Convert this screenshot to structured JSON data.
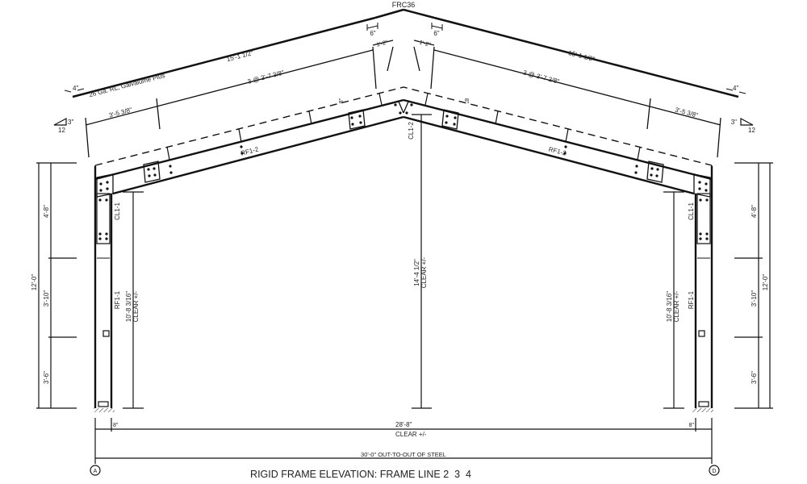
{
  "title": "RIGID FRAME ELEVATION: FRAME LINE 2  3  4",
  "ridge": {
    "label": "FRC36",
    "gap_left": "6\"",
    "gap_right": "6\""
  },
  "roof_panel": {
    "spec": "26 Ga. RL, Galvalume Plus",
    "overhang_left": "4\"",
    "overhang_right": "4\"",
    "length_left": "15'-1 1/2\"",
    "length_right": "15'-1 1/2\""
  },
  "purlins": {
    "left_spacing": "3 @ 3'-7 3/8\"",
    "right_spacing": "3 @ 3'-7 3/8\"",
    "left_end": "3'-5 3/8\"",
    "right_end": "3'-5 3/8\"",
    "left_ridge": "1'-2\"",
    "right_ridge": "1'-2\"",
    "purlin_depth_left": "8\"",
    "purlin_depth_right": "8\""
  },
  "slope": {
    "rise": "3\"",
    "run": "12"
  },
  "members": {
    "rafter_left": "RF1-2",
    "rafter_right": "RF1-2",
    "column_left": "RF1-1",
    "column_right": "RF1-1",
    "conn_left": "CL1-1",
    "conn_right": "CL1-1",
    "ridge_conn": "CL1-2"
  },
  "heights": {
    "eave_total": "12'-0\"",
    "seg_top": "4'-8\"",
    "seg_mid": "3'-10\"",
    "seg_bot": "3'-6\"",
    "column_clear": "10'-8 3/16\"",
    "ridge_clear": "14'-4 1/2\"",
    "clear_label": "CLEAR +/-"
  },
  "widths": {
    "clear_span": "28'-8\"",
    "clear_label": "CLEAR +/-",
    "column_depth_left": "8\"",
    "column_depth_right": "8\"",
    "out_to_out": "30'-0\" OUT-TO-OUT OF STEEL"
  },
  "gridlines": {
    "left": "A",
    "right": "D"
  }
}
